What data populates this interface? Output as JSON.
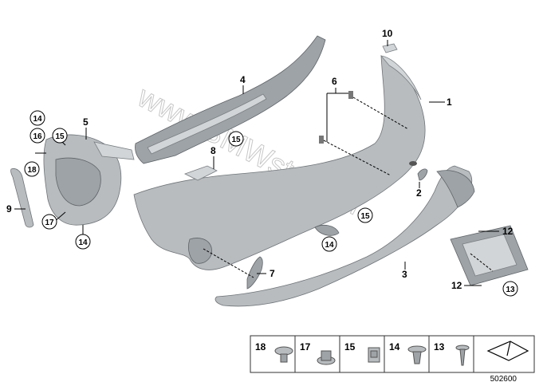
{
  "watermark": "www.BMWstore.pl",
  "reference_number": "502600",
  "labels": {
    "p1": "1",
    "p2": "2",
    "p3": "3",
    "p4": "4",
    "p5": "5",
    "p6": "6",
    "p7": "7",
    "p8": "8",
    "p9": "9",
    "p10": "10",
    "p12a": "12",
    "p12b": "12"
  },
  "circled": {
    "c14a": "14",
    "c16": "16",
    "c15a": "15",
    "c18": "18",
    "c17": "17",
    "c14b": "14",
    "c15b": "15",
    "c14c": "14",
    "c15c": "15",
    "c13": "13"
  },
  "legend": [
    "18",
    "17",
    "15",
    "14",
    "13"
  ]
}
